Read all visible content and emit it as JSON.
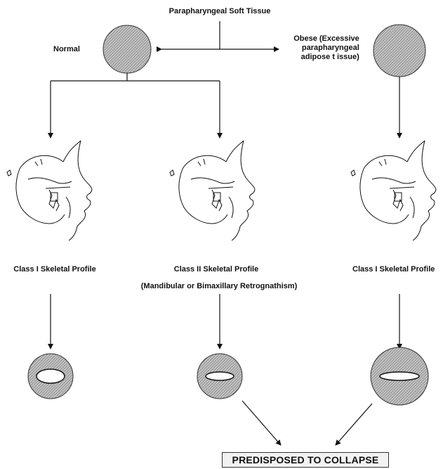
{
  "labels": {
    "top": "Parapharyngeal Soft Tissue",
    "normal": "Normal",
    "obese_line1": "Obese (Excessive",
    "obese_line2": "parapharyngeal",
    "obese_line3": "adipose t issue)",
    "profile_left": "Class I Skeletal Profile",
    "profile_mid_line1": "Class II Skeletal Profile",
    "profile_mid_line2": "(Mandibular or Bimaxillary Retrognathism)",
    "profile_right": "Class I Skeletal Profile",
    "collapse": "PREDISPOSED TO COLLAPSE"
  },
  "colors": {
    "hatch_fill": "#b8b8b8",
    "line": "#111111"
  },
  "icons": [
    "cephalometric-profile-icon",
    "airway-cross-section-icon"
  ]
}
